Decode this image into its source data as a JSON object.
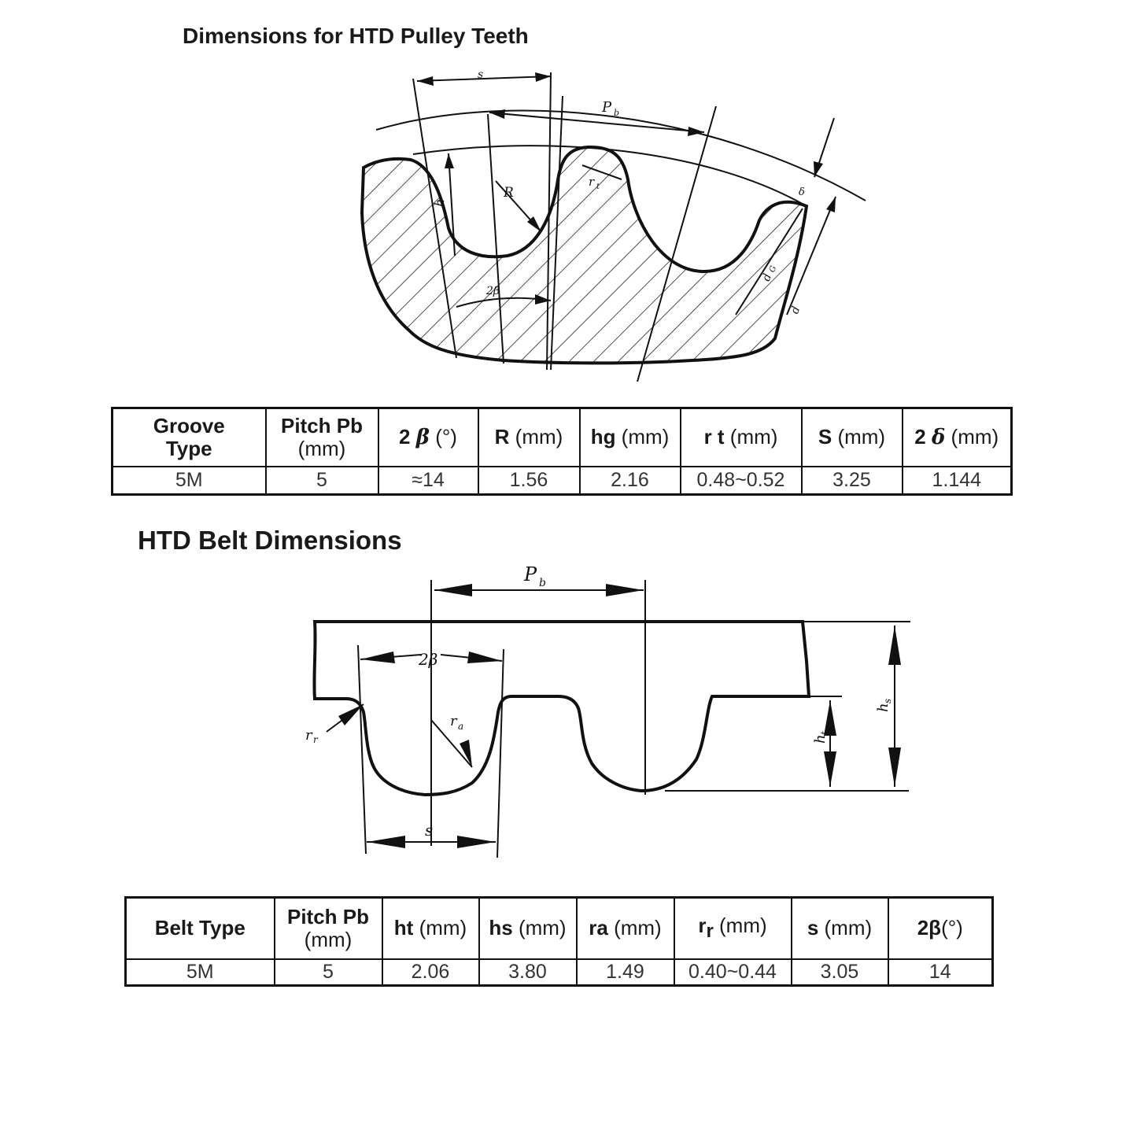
{
  "pulley": {
    "title": "Dimensions for HTD Pulley Teeth",
    "diagram_labels": {
      "s": "s",
      "pb": "P",
      "pb_sub": "b",
      "hg": "h",
      "hg_sub": "g",
      "R": "R",
      "rt": "r",
      "rt_sub": "t",
      "delta": "δ",
      "beta": "2β",
      "dg": "d",
      "dg_sub": "G",
      "d": "d"
    },
    "table": {
      "headers": [
        {
          "bold": "Groove",
          "rest": "Type"
        },
        {
          "bold": "Pitch Pb",
          "rest": "(mm)"
        },
        {
          "bold": "2 ",
          "greek": "β",
          "rest": " (°)"
        },
        {
          "bold": "R",
          "rest": " (mm)"
        },
        {
          "bold": "hg",
          "rest": " (mm)"
        },
        {
          "bold": "r t",
          "rest": " (mm)"
        },
        {
          "bold": "S",
          "rest": " (mm)"
        },
        {
          "bold": "2 ",
          "greek": "δ",
          "rest": " (mm)"
        }
      ],
      "row": [
        "5M",
        "5",
        "≈14",
        "1.56",
        "2.16",
        "0.48~0.52",
        "3.25",
        "1.144"
      ]
    }
  },
  "belt": {
    "title": "HTD Belt Dimensions",
    "diagram_labels": {
      "pb": "P",
      "pb_sub": "b",
      "beta": "2β",
      "rr": "r",
      "rr_sub": "r",
      "ra": "r",
      "ra_sub": "a",
      "s": "s",
      "ht": "h",
      "ht_sub": "t",
      "hs": "h",
      "hs_sub": "s"
    },
    "table": {
      "headers": [
        {
          "bold": "Belt Type",
          "rest": ""
        },
        {
          "bold": "Pitch Pb",
          "rest": "(mm)"
        },
        {
          "bold": "ht",
          "rest": " (mm)"
        },
        {
          "bold": "hs",
          "rest": " (mm)"
        },
        {
          "bold": "ra",
          "rest": " (mm)"
        },
        {
          "bold": "r",
          "sub": "r",
          "rest": " (mm)"
        },
        {
          "bold": "s",
          "rest": " (mm)"
        },
        {
          "bold": "2β",
          "rest": "(°)"
        }
      ],
      "row": [
        "5M",
        "5",
        "2.06",
        "3.80",
        "1.49",
        "0.40~0.44",
        "3.05",
        "14"
      ]
    }
  }
}
